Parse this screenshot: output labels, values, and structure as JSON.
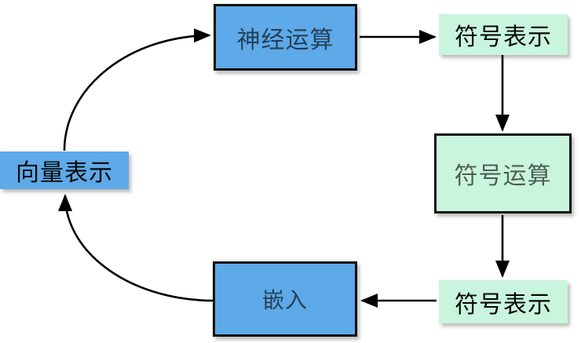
{
  "colors": {
    "node-blue": "#5ea9e8",
    "node-green": "#c9f5de",
    "border": "#111111",
    "arrow": "#000000"
  },
  "nodes": {
    "neural": {
      "label": "神经运算",
      "color": "#5ea9e8",
      "bordered": true
    },
    "symbol_repr_top": {
      "label": "符号表示",
      "color": "#c9f5de",
      "bordered": false
    },
    "symbol_compute": {
      "label": "符号运算",
      "color": "#c9f5de",
      "bordered": true
    },
    "symbol_repr_bottom": {
      "label": "符号表示",
      "color": "#c9f5de",
      "bordered": false
    },
    "embedding": {
      "label": "嵌入",
      "color": "#5ea9e8",
      "bordered": true
    },
    "vector_repr": {
      "label": "向量表示",
      "color": "#5ea9e8",
      "bordered": false
    }
  },
  "edges": [
    {
      "from": "神经运算",
      "to": "符号表示",
      "shape": "straight-right"
    },
    {
      "from": "符号表示",
      "to": "符号运算",
      "shape": "straight-down"
    },
    {
      "from": "符号运算",
      "to": "符号表示",
      "shape": "straight-down"
    },
    {
      "from": "符号表示",
      "to": "嵌入",
      "shape": "straight-left"
    },
    {
      "from": "嵌入",
      "to": "向量表示",
      "shape": "arc-up-left"
    },
    {
      "from": "向量表示",
      "to": "神经运算",
      "shape": "arc-up-right"
    }
  ]
}
